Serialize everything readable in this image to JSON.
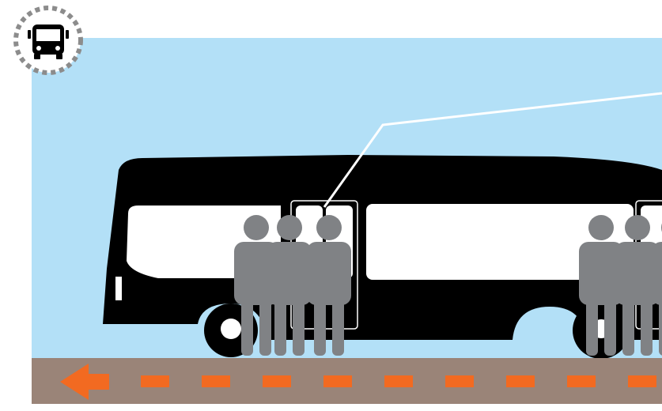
{
  "badge": {
    "icon": "bus-icon"
  },
  "colors": {
    "sky": "#B3E0F7",
    "road": "#9A8478",
    "lane_marking": "#F26A21",
    "bus_body": "#000000",
    "window": "#FFFFFF",
    "passenger": "#808285",
    "callout_line": "#FFFFFF",
    "badge_ring": "#8C8C8C"
  },
  "scene": {
    "direction_arrow": "arrow-left-icon",
    "passenger_groups": [
      {
        "door": "front-door",
        "count": 3
      },
      {
        "door": "rear-door",
        "count": 3
      }
    ]
  }
}
